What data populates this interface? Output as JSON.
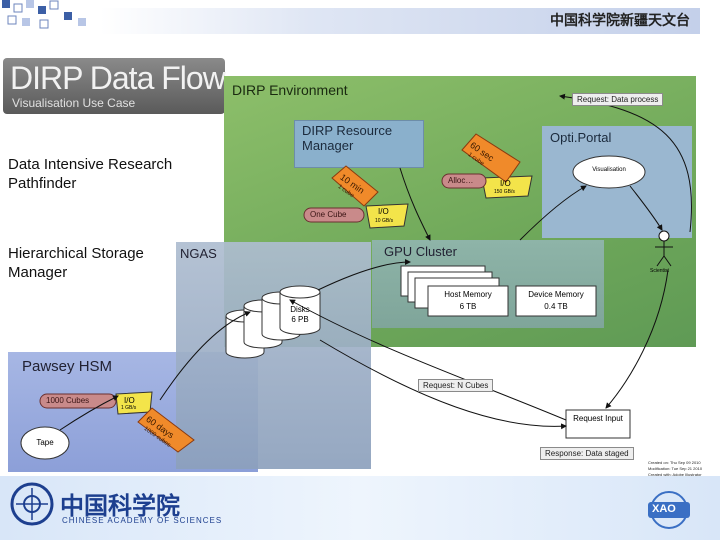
{
  "header": {
    "cn_title": "中国科学院新疆天文台"
  },
  "slide": {
    "title": "DIRP Data Flow",
    "subtitle": "Visualisation Use Case",
    "left_label_1": "Data Intensive Research Pathfinder",
    "left_label_2": "Hierarchical Storage Manager"
  },
  "diagram": {
    "environment": "DIRP Environment",
    "resource_manager": "DIRP Resource Manager",
    "optiportal": "Opti.Portal",
    "visualisation": "Visualisation",
    "gpu_cluster": "GPU Cluster",
    "ngas": "NGAS",
    "pawsey": "Pawsey HSM",
    "host_memory": "Host Memory",
    "host_memory_size": "6 TB",
    "device_memory": "Device Memory",
    "device_memory_size": "0.4 TB",
    "disks": "Disks",
    "disks_size": "6 PB",
    "tape": "Tape",
    "io": "I/O",
    "io_top_rate": "150 GB/s",
    "io_mid_rate": "10 GB/s",
    "io_hsm_rate": "1 GB/s",
    "one_cube": "One Cube",
    "n_cubes": "1000 Cubes",
    "alloc": "Alloc…",
    "timer_top_1": "60 sec",
    "timer_top_2": "1 cube",
    "timer_mid_1": "10 min",
    "timer_mid_2": "1 cube",
    "timer_hsm_1": "60 days",
    "timer_hsm_2": "1000 cubes",
    "request_data_process": "Request: Data process",
    "request_n_cubes": "Request: N Cubes",
    "request_input": "Request Input",
    "response_data_staged": "Response: Data staged",
    "scientist": "Scientist",
    "info_1": "Created on: Thu Sep 09 2010",
    "info_2": "Modification: Tue Sep 21 2010",
    "info_3": "Created with: Adobe Illustrator"
  },
  "footer": {
    "cas_cn": "中国科学院",
    "cas_en": "CHINESE ACADEMY OF SCIENCES",
    "xao": "XAO"
  }
}
